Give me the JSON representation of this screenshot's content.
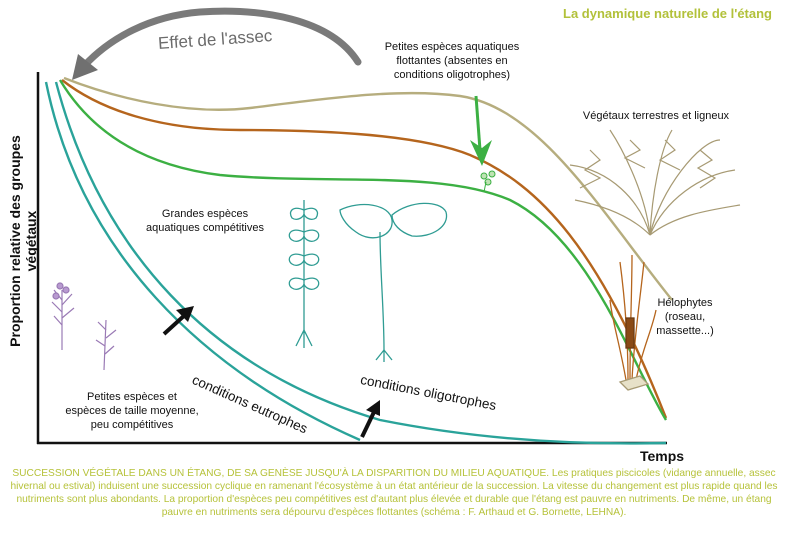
{
  "title": "La dynamique naturelle de l'étang",
  "y_axis_label": "Proportion relative des groupes végétaux",
  "x_axis_label": "Temps",
  "arrow_label": "Effet de l'assec",
  "labels": {
    "floating_small": [
      "Petites espèces aquatiques",
      "flottantes (absentes en",
      "conditions oligotrophes)"
    ],
    "terrestrial": "Végétaux terrestres et ligneux",
    "large_aquatic": [
      "Grandes espèces",
      "aquatiques compétitives"
    ],
    "helophytes": [
      "Hélophytes",
      "(roseau,",
      "massette...)"
    ],
    "small_species": [
      "Petites espèces et",
      "espèces de taille moyenne,",
      "peu compétitives"
    ],
    "eutrophic": "conditions eutrophes",
    "oligotrophic": "conditions oligotrophes"
  },
  "caption": "SUCCESSION VÉGÉTALE DANS UN ÉTANG, DE SA GENÈSE JUSQU'À LA DISPARITION DU MILIEU AQUATIQUE. Les pratiques piscicoles (vidange annuelle, assec hivernal ou estival) induisent une succession cyclique en ramenant l'écosystème à un état antérieur de la succession. La vitesse du changement est plus rapide quand les nutriments sont plus abondants. La proportion d'espèces peu compétitives est d'autant plus élevée et durable que l'étang est pauvre en nutriments. De même, un étang pauvre en nutriments sera dépourvu d'espèces flottantes (schéma : F. Arthaud et G. Bornette, LEHNA).",
  "colors": {
    "title": "#b2c13a",
    "caption": "#b6c23a",
    "curve_terrestrial": "#b6ad7e",
    "curve_helophytes": "#b5651d",
    "curve_large_aquatic": "#3cb043",
    "curve_eutrophic": "#2aa39a",
    "curve_oligotrophic": "#2aa39a",
    "floating_arrow": "#3cb043",
    "arrow_assec": "#707070",
    "axes": "#111111"
  }
}
